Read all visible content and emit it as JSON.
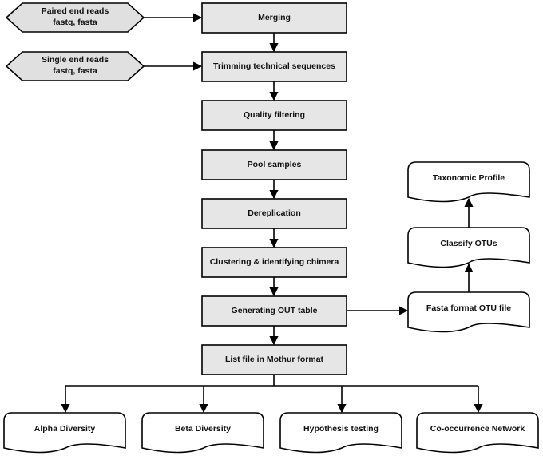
{
  "inputs": {
    "paired": [
      "Paired end reads",
      "fastq, fasta"
    ],
    "single": [
      "Single end reads",
      "fastq, fasta"
    ]
  },
  "pipeline": {
    "merging": "Merging",
    "trimming": "Trimming technical sequences",
    "quality": "Quality filtering",
    "pool": "Pool samples",
    "derep": "Dereplication",
    "clustering": "Clustering & identifying chimera",
    "otu_table": "Generating OUT table",
    "list_file": "List file in Mothur format"
  },
  "side_branch": {
    "fasta_otu": "Fasta format OTU file",
    "classify": "Classify OTUs",
    "taxonomic": "Taxonomic Profile"
  },
  "outputs": {
    "alpha": "Alpha Diversity",
    "beta": "Beta Diversity",
    "hypothesis": "Hypothesis testing",
    "cooccurrence": "Co-occurrence Network"
  },
  "colors": {
    "process_fill": "#e6e6e6",
    "input_fill": "#e0e0e0",
    "document_fill": "#ffffff",
    "stroke": "#000000"
  }
}
